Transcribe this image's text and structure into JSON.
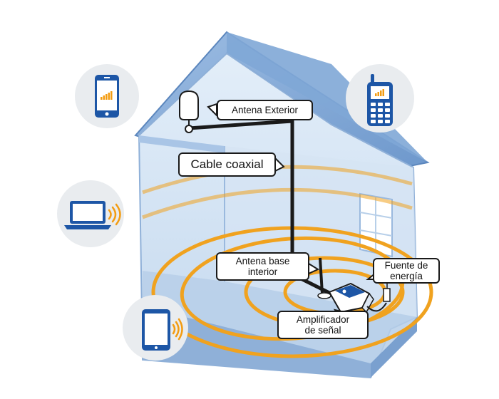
{
  "labels": {
    "antena_exterior": "Antena Exterior",
    "cable_coaxial": "Cable coaxial",
    "antena_base_interior_1": "Antena base",
    "antena_base_interior_2": "interior",
    "fuente_1": "Fuente de",
    "fuente_2": "energía",
    "amplificador_1": "Amplificador",
    "amplificador_2": "de señal"
  },
  "devices": [
    {
      "name": "smartphone",
      "icon": "smartphone-icon"
    },
    {
      "name": "cell-phone",
      "icon": "keypad-phone-icon"
    },
    {
      "name": "laptop",
      "icon": "laptop-icon"
    },
    {
      "name": "tablet",
      "icon": "tablet-icon"
    }
  ],
  "colors": {
    "roof": "#7fa7d6",
    "roof_edge": "#5b86bd",
    "wall": "#c9dcf0",
    "signal_ring": "#f0a21f",
    "device_blue": "#1d56a6",
    "bubble": "#e9ecef",
    "cable": "#1a1a1a"
  }
}
